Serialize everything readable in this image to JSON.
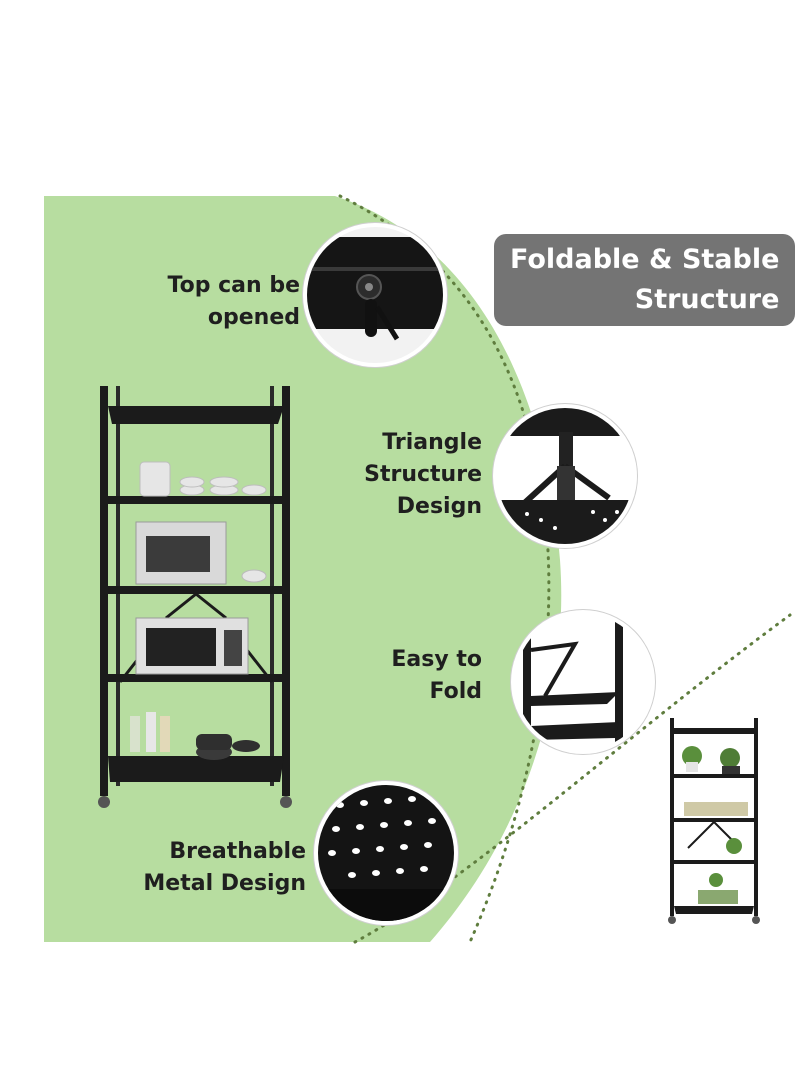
{
  "headline": {
    "line1": "Foldable & Stable",
    "line2": "Structure"
  },
  "features": [
    {
      "line1": "Top can be",
      "line2": "opened"
    },
    {
      "line1": "Triangle",
      "line2": "Structure",
      "line3": "Design"
    },
    {
      "line1": "Easy to",
      "line2": "Fold"
    },
    {
      "line1": "Breathable",
      "line2": "Metal Design"
    }
  ],
  "colors": {
    "background_green": "#b7dda0",
    "headline_box": "#747474",
    "shelf_metal": "#1b1b1b",
    "dotted_line": "#5f7d3e"
  }
}
